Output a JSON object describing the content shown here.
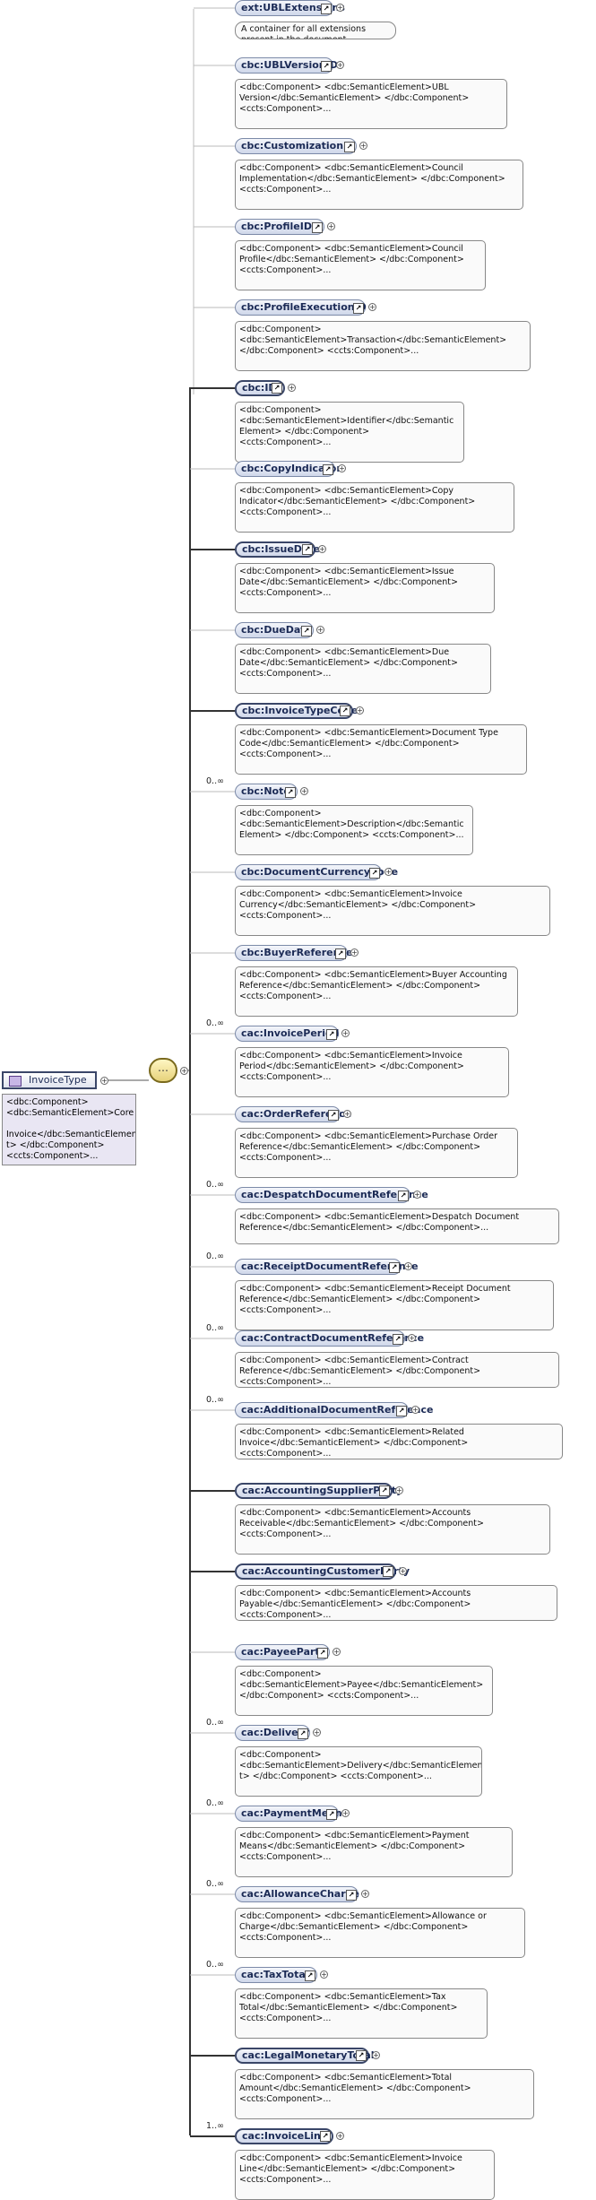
{
  "root": {
    "label": "InvoiceType",
    "doc": "<dbc:Component>\n<dbc:SemanticElement>Core\n\nInvoice</dbc:SemanticElemen\nt> </dbc:Component>\n<ccts:Component>..."
  },
  "sequence_glyph": "⋯",
  "elements": [
    {
      "label": "ext:UBLExtensions",
      "doc": "A container for all extensions present in the document.",
      "mult": "",
      "req": false
    },
    {
      "label": "cbc:UBLVersionID",
      "doc": "<dbc:Component> <dbc:SemanticElement>UBL\nVersion</dbc:SemanticElement> </dbc:Component>\n<ccts:Component>...",
      "mult": "",
      "req": false
    },
    {
      "label": "cbc:CustomizationID",
      "doc": "<dbc:Component> <dbc:SemanticElement>Council\nImplementation</dbc:SemanticElement> </dbc:Component>\n<ccts:Component>...",
      "mult": "",
      "req": false
    },
    {
      "label": "cbc:ProfileID",
      "doc": "<dbc:Component> <dbc:SemanticElement>Council\nProfile</dbc:SemanticElement> </dbc:Component>\n<ccts:Component>...",
      "mult": "",
      "req": false
    },
    {
      "label": "cbc:ProfileExecutionID",
      "doc": "<dbc:Component>\n<dbc:SemanticElement>Transaction</dbc:SemanticElement>\n</dbc:Component> <ccts:Component>...",
      "mult": "",
      "req": false
    },
    {
      "label": "cbc:ID",
      "doc": "<dbc:Component>\n<dbc:SemanticElement>Identifier</dbc:Semantic\nElement> </dbc:Component>\n<ccts:Component>...",
      "mult": "",
      "req": true
    },
    {
      "label": "cbc:CopyIndicator",
      "doc": "<dbc:Component> <dbc:SemanticElement>Copy\nIndicator</dbc:SemanticElement> </dbc:Component>\n<ccts:Component>...",
      "mult": "",
      "req": false
    },
    {
      "label": "cbc:IssueDate",
      "doc": "<dbc:Component> <dbc:SemanticElement>Issue\nDate</dbc:SemanticElement> </dbc:Component>\n<ccts:Component>...",
      "mult": "",
      "req": true
    },
    {
      "label": "cbc:DueDate",
      "doc": "<dbc:Component> <dbc:SemanticElement>Due\nDate</dbc:SemanticElement> </dbc:Component>\n<ccts:Component>...",
      "mult": "",
      "req": false
    },
    {
      "label": "cbc:InvoiceTypeCode",
      "doc": "<dbc:Component> <dbc:SemanticElement>Document Type\nCode</dbc:SemanticElement> </dbc:Component>\n<ccts:Component>...",
      "mult": "",
      "req": true
    },
    {
      "label": "cbc:Note",
      "doc": "<dbc:Component>\n<dbc:SemanticElement>Description</dbc:Semantic\nElement> </dbc:Component> <ccts:Component>...",
      "mult": "0..∞",
      "req": false
    },
    {
      "label": "cbc:DocumentCurrencyCode",
      "doc": "<dbc:Component> <dbc:SemanticElement>Invoice\nCurrency</dbc:SemanticElement> </dbc:Component>\n<ccts:Component>...",
      "mult": "",
      "req": false
    },
    {
      "label": "cbc:BuyerReference",
      "doc": "<dbc:Component> <dbc:SemanticElement>Buyer Accounting\nReference</dbc:SemanticElement> </dbc:Component>\n<ccts:Component>...",
      "mult": "",
      "req": false
    },
    {
      "label": "cac:InvoicePeriod",
      "doc": "<dbc:Component> <dbc:SemanticElement>Invoice\nPeriod</dbc:SemanticElement> </dbc:Component>\n<ccts:Component>...",
      "mult": "0..∞",
      "req": false
    },
    {
      "label": "cac:OrderReference",
      "doc": "<dbc:Component> <dbc:SemanticElement>Purchase Order\nReference</dbc:SemanticElement> </dbc:Component>\n<ccts:Component>...",
      "mult": "",
      "req": false
    },
    {
      "label": "cac:DespatchDocumentReference",
      "doc": "<dbc:Component> <dbc:SemanticElement>Despatch Document\nReference</dbc:SemanticElement> </dbc:Component>...",
      "mult": "0..∞",
      "req": false
    },
    {
      "label": "cac:ReceiptDocumentReference",
      "doc": "<dbc:Component> <dbc:SemanticElement>Receipt Document\nReference</dbc:SemanticElement> </dbc:Component>\n<ccts:Component>...",
      "mult": "0..∞",
      "req": false
    },
    {
      "label": "cac:ContractDocumentReference",
      "doc": "<dbc:Component> <dbc:SemanticElement>Contract\nReference</dbc:SemanticElement> </dbc:Component> <ccts:Component>...",
      "mult": "0..∞",
      "req": false
    },
    {
      "label": "cac:AdditionalDocumentReference",
      "doc": "<dbc:Component> <dbc:SemanticElement>Related\nInvoice</dbc:SemanticElement> </dbc:Component> <ccts:Component>...",
      "mult": "0..∞",
      "req": false
    },
    {
      "label": "cac:AccountingSupplierParty",
      "doc": "<dbc:Component> <dbc:SemanticElement>Accounts\nReceivable</dbc:SemanticElement> </dbc:Component>\n<ccts:Component>...",
      "mult": "",
      "req": true
    },
    {
      "label": "cac:AccountingCustomerParty",
      "doc": "<dbc:Component> <dbc:SemanticElement>Accounts\nPayable</dbc:SemanticElement> </dbc:Component> <ccts:Component>...",
      "mult": "",
      "req": true
    },
    {
      "label": "cac:PayeeParty",
      "doc": "<dbc:Component>\n<dbc:SemanticElement>Payee</dbc:SemanticElement>\n</dbc:Component> <ccts:Component>...",
      "mult": "",
      "req": false
    },
    {
      "label": "cac:Delivery",
      "doc": "<dbc:Component>\n<dbc:SemanticElement>Delivery</dbc:SemanticElemen\nt> </dbc:Component> <ccts:Component>...",
      "mult": "0..∞",
      "req": false
    },
    {
      "label": "cac:PaymentMeans",
      "doc": "<dbc:Component> <dbc:SemanticElement>Payment\nMeans</dbc:SemanticElement> </dbc:Component>\n<ccts:Component>...",
      "mult": "0..∞",
      "req": false
    },
    {
      "label": "cac:AllowanceCharge",
      "doc": "<dbc:Component> <dbc:SemanticElement>Allowance or\nCharge</dbc:SemanticElement> </dbc:Component>\n<ccts:Component>...",
      "mult": "0..∞",
      "req": false
    },
    {
      "label": "cac:TaxTotal",
      "doc": "<dbc:Component> <dbc:SemanticElement>Tax\nTotal</dbc:SemanticElement> </dbc:Component>\n<ccts:Component>...",
      "mult": "0..∞",
      "req": false
    },
    {
      "label": "cac:LegalMonetaryTotal",
      "doc": "<dbc:Component> <dbc:SemanticElement>Total\nAmount</dbc:SemanticElement> </dbc:Component>\n<ccts:Component>...",
      "mult": "",
      "req": true
    },
    {
      "label": "cac:InvoiceLine",
      "doc": "<dbc:Component> <dbc:SemanticElement>Invoice\nLine</dbc:SemanticElement> </dbc:Component>\n<ccts:Component>...",
      "mult": "1..∞",
      "req": true
    }
  ]
}
